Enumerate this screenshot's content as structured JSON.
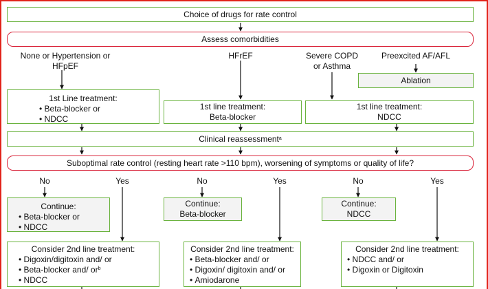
{
  "title": "Choice of drugs for rate control",
  "assess": "Assess comorbidities",
  "conditions": {
    "none_hyp_line1": "None or Hypertension or",
    "none_hyp_line2": "HFpEF",
    "hfref": "HFrEF",
    "copd_line1": "Severe COPD",
    "copd_line2": "or Asthma",
    "preexcited": "Preexcited AF/AFL"
  },
  "ablation": "Ablation",
  "first_line": {
    "col1": {
      "title": "1st Line treatment:",
      "items": [
        "Beta-blocker or",
        "NDCC"
      ]
    },
    "col2": {
      "title": "1st line treatment:",
      "drug": "Beta-blocker"
    },
    "col3": {
      "title": "1st line treatment:",
      "drug": "NDCC"
    }
  },
  "reassessment": {
    "text": "Clinical reassessment",
    "footnote": "a"
  },
  "suboptimal": "Suboptimal rate control (resting heart rate >110 bpm), worsening of symptoms or quality of life?",
  "answers": {
    "no": "No",
    "yes": "Yes"
  },
  "continue": {
    "col1": {
      "title": "Continue:",
      "items": [
        "Beta-blocker or",
        "NDCC"
      ]
    },
    "col2": {
      "title": "Continue:",
      "drug": "Beta-blocker"
    },
    "col3": {
      "title": "Continue:",
      "drug": "NDCC"
    }
  },
  "second_line": {
    "col1": {
      "title": "Consider 2nd line treatment:",
      "items": [
        "Digoxin/digitoxin and/ or",
        "Beta-blocker and/ or",
        "NDCC"
      ],
      "footnote": "b"
    },
    "col2": {
      "title": "Consider 2nd line treatment:",
      "items": [
        "Beta-blocker and/ or",
        "Digoxin/ digitoxin and/ or",
        "Amiodarone"
      ]
    },
    "col3": {
      "title": "Consider 2nd line treatment:",
      "items": [
        "NDCC and/ or",
        "Digoxin or Digitoxin"
      ]
    }
  },
  "colors": {
    "border": "#e2231a",
    "green_box": "#6ab33e",
    "red_box": "#d9243a",
    "arrow": "#111111"
  }
}
